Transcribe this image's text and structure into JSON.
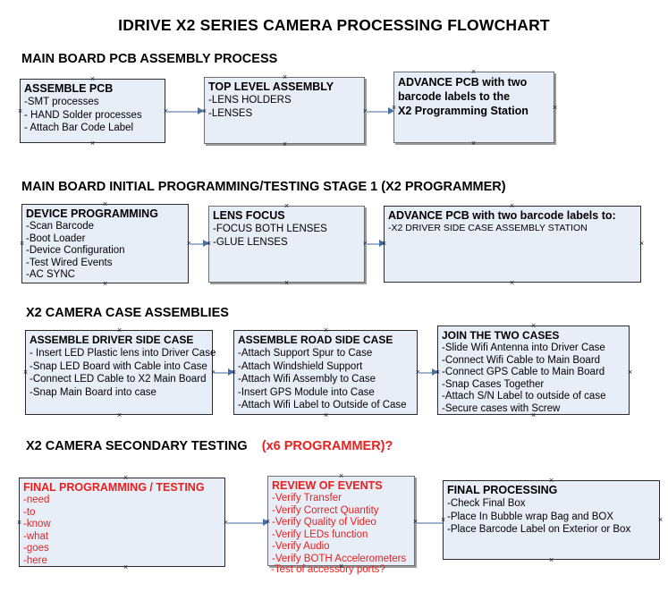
{
  "title": "IDRIVE X2  SERIES CAMERA PROCESSING FLOWCHART",
  "colors": {
    "box_fill": "#e8eef7",
    "box_border": "#2b2b2b",
    "connector": "#9fb4cc",
    "arrow": "#4472a8",
    "red_text": "#e8201f",
    "black_text": "#000000"
  },
  "sections": [
    {
      "id": "main-board-pcb",
      "heading": "MAIN BOARD PCB ASSEMBLY PROCESS",
      "heading_red": ""
    },
    {
      "id": "main-board-initial",
      "heading": "MAIN BOARD INITIAL PROGRAMMING/TESTING STAGE 1 (X2 PROGRAMMER)",
      "heading_red": ""
    },
    {
      "id": "case-assemblies",
      "heading": "X2 CAMERA CASE ASSEMBLIES",
      "heading_red": ""
    },
    {
      "id": "secondary-testing",
      "heading": "X2 CAMERA SECONDARY TESTING",
      "heading_red": "(x6 PROGRAMMER)?"
    }
  ],
  "boxes": {
    "assemble_pcb": {
      "title": "ASSEMBLE PCB",
      "lines": [
        "-SMT processes",
        "- HAND Solder processes",
        "- Attach Bar Code Label"
      ]
    },
    "top_level_assembly": {
      "title": "TOP LEVEL ASSEMBLY",
      "lines": [
        "-LENS HOLDERS",
        "-LENSES"
      ]
    },
    "advance_pcb_station": {
      "lines": [
        "ADVANCE PCB with two",
        "barcode labels to the",
        " X2 Programming Station"
      ]
    },
    "device_programming": {
      "title": "DEVICE PROGRAMMING",
      "lines": [
        "-Scan Barcode",
        "-Boot Loader",
        "-Device Configuration",
        "-Test Wired Events",
        "-AC SYNC"
      ]
    },
    "lens_focus": {
      "title": "LENS FOCUS",
      "lines": [
        "-FOCUS BOTH LENSES",
        "-GLUE LENSES"
      ]
    },
    "advance_pcb_driver_side": {
      "title": "ADVANCE PCB with two barcode labels to:",
      "lines": [
        "-X2 DRIVER  SIDE  CASE  ASSEMBLY STATION"
      ]
    },
    "assemble_driver_side_case": {
      "title": "ASSEMBLE DRIVER SIDE CASE",
      "lines": [
        "- Insert LED Plastic lens into Driver Case",
        "-Snap LED Board with Cable into Case",
        "-Connect LED Cable to X2 Main Board",
        "-Snap Main Board into case"
      ]
    },
    "assemble_road_side_case": {
      "title": "ASSEMBLE ROAD SIDE CASE",
      "lines": [
        "-Attach Support Spur to Case",
        "-Attach Windshield Support",
        "-Attach Wifi Assembly to Case",
        "-Insert GPS Module into Case",
        "-Attach Wifi Label to Outside of Case"
      ]
    },
    "join_the_two_cases": {
      "title": "JOIN THE TWO CASES",
      "lines": [
        "-Slide Wifi Antenna into Driver Case",
        "-Connect Wifi Cable to Main Board",
        "-Connect GPS Cable to Main Board",
        "-Snap Cases Together",
        "-Attach S/N Label to outside of case",
        "-Secure cases with Screw"
      ]
    },
    "final_programming_testing": {
      "title": "FINAL PROGRAMMING / TESTING",
      "lines": [
        "-need",
        "-to",
        "-know",
        "-what",
        "-goes",
        "-here"
      ]
    },
    "review_of_events": {
      "title": "REVIEW OF EVENTS",
      "lines": [
        "-Verify Transfer",
        "-Verify Correct Quantity",
        "-Verify Quality of Video",
        "-Verify LEDs function",
        "-Verify Audio",
        "-Verify BOTH Accelerometers"
      ],
      "overflow_line": "-Test of accessory ports?"
    },
    "final_processing": {
      "title": "FINAL PROCESSING",
      "lines": [
        " -Check Final Box",
        "-Place In Bubble wrap Bag and BOX",
        "-Place Barcode Label on Exterior or Box"
      ]
    }
  }
}
